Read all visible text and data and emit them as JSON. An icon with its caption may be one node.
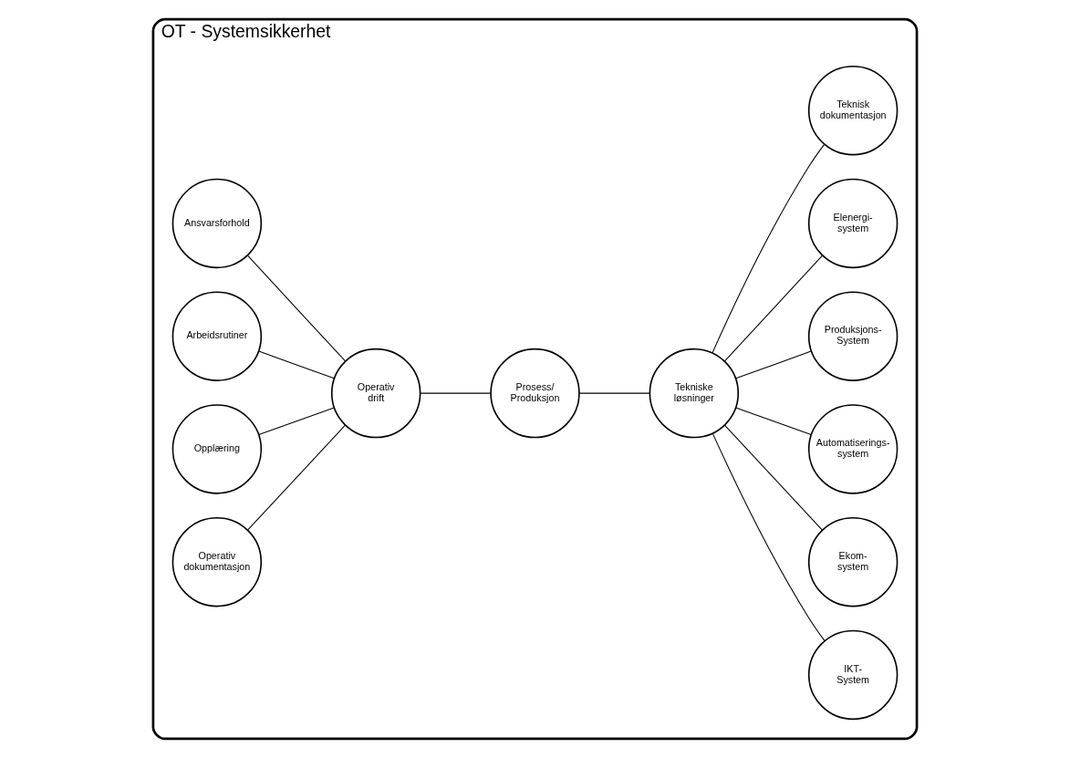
{
  "diagram": {
    "nodes": [
      {
        "text": [
          "OT - Systemsikkerhet"
        ]
      },
      {
        "text": [
          "Ansvarsforhold"
        ],
        "in": 0
      },
      {
        "text": [
          "Arbeidsrutiner"
        ],
        "in": 0
      },
      {
        "text": [
          "Opplæring"
        ],
        "in": 0
      },
      {
        "text": [
          "Operativ dokumentasjon"
        ],
        "in": 0
      },
      {
        "text": [
          "Operativ drift"
        ],
        "in": 0
      },
      {
        "text": [
          "Prosess/ Produksjon"
        ],
        "in": 0
      },
      {
        "text": [
          "Tekniske løsninger"
        ],
        "in": 0
      },
      {
        "text": [
          "IKT- System"
        ],
        "in": 0
      },
      {
        "text": [
          "Ekom- system"
        ],
        "in": 0
      },
      {
        "text": [
          "Automatiserings- system"
        ],
        "in": 0
      },
      {
        "text": [
          "Produksjons- System"
        ],
        "in": 0
      },
      {
        "text": [
          "Elenergi- system"
        ],
        "in": 0
      },
      {
        "text": [
          "Teknisk dokumentasjon"
        ],
        "in": 0
      }
    ],
    "edges": [
      {
        "from": 1,
        "to": 5,
        "arrow": "none"
      },
      {
        "from": 2,
        "to": 5,
        "arrow": "none"
      },
      {
        "from": 3,
        "to": 5,
        "arrow": "none"
      },
      {
        "from": 4,
        "to": 5,
        "arrow": "none"
      },
      {
        "from": 5,
        "to": 6,
        "arrow": "none"
      },
      {
        "from": 6,
        "to": 7,
        "arrow": "none"
      },
      {
        "from": 7,
        "to": 8,
        "arrow": "none"
      },
      {
        "from": 7,
        "to": 9,
        "arrow": "none"
      },
      {
        "from": 7,
        "to": 10,
        "arrow": "none"
      },
      {
        "from": 7,
        "to": 11,
        "arrow": "none"
      },
      {
        "from": 7,
        "to": 12,
        "arrow": "none"
      },
      {
        "from": 7,
        "to": 13,
        "arrow": "none"
      }
    ]
  }
}
